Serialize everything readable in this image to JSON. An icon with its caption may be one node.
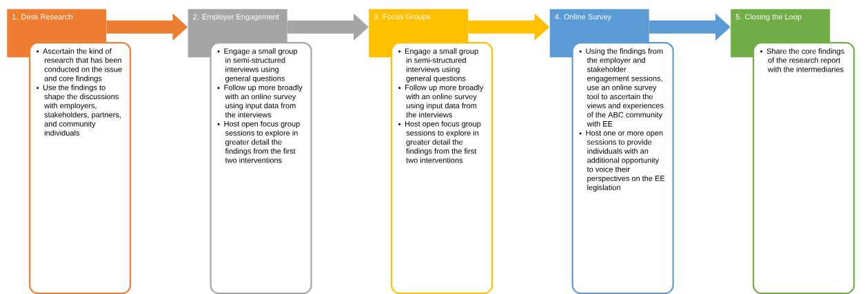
{
  "diagram": {
    "nodes": [
      {
        "text": [
          "1. Desk Research"
        ]
      },
      {
        "text": [
          "Ascertain the kind of research that has been conducted on the issue and core findings",
          "Use the findings to shape the discussions with employers, stakeholders, partners, and community individuals"
        ]
      },
      {
        "text": [
          "2. Employer Engagement"
        ]
      },
      {
        "text": [
          "Engage a small group in semi-structured interviews using general questions",
          "Follow up more broadly with an online survey using input data from the interviews",
          "Host open focus group sessions to explore in greater detail the findings from the  first two interventions"
        ]
      },
      {
        "text": [
          "3. Focus Groups"
        ]
      },
      {
        "text": [
          "Engage a small group in semi-structured interviews using general questions",
          "Follow up more broadly with an online survey using input data from the interviews",
          "Host open focus group sessions to explore in greater detail the findings from the  first two interventions"
        ]
      },
      {
        "text": [
          "4. Online Survey"
        ]
      },
      {
        "text": [
          "Using the findings from the employer and stakeholder engagement sessions, use an online survey tool to ascertain the views and experiences of the ABC community with EE",
          "Host one or more open sessions to provide individuals with an additional opportunity to voice their perspectives on the EE legislation"
        ]
      },
      {
        "text": [
          "5. Closing the Loop"
        ]
      },
      {
        "text": [
          "Share the core findings of the research report with the intermediaries"
        ]
      }
    ],
    "edges": [
      {
        "from": 0,
        "to": 2,
        "arrow": "to",
        "color": "#ed7d31"
      },
      {
        "from": 2,
        "to": 4,
        "arrow": "to",
        "color": "#a5a5a5"
      },
      {
        "from": 4,
        "to": 6,
        "arrow": "to",
        "color": "#ffc000"
      },
      {
        "from": 6,
        "to": 8,
        "arrow": "to",
        "color": "#5b9bd5"
      }
    ]
  }
}
